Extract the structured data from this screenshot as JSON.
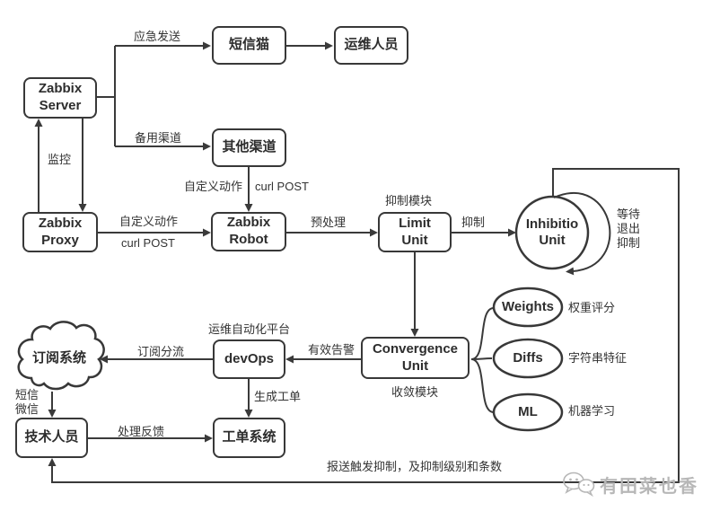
{
  "nodes": {
    "zabbix_server": "Zabbix\nServer",
    "sms_cat": "短信猫",
    "ops_staff": "运维人员",
    "other_channel": "其他渠道",
    "zabbix_proxy": "Zabbix\nProxy",
    "zabbix_robot": "Zabbix\nRobot",
    "limit_unit": "Limit\nUnit",
    "inhibitio_unit": "Inhibitio\nUnit",
    "convergence_unit": "Convergence\nUnit",
    "weights": "Weights",
    "diffs": "Diffs",
    "ml": "ML",
    "devops": "devOps",
    "subscribe_system": "订阅系统",
    "ticket_system": "工单系统",
    "tech_staff": "技术人员"
  },
  "edge_labels": {
    "emergency_send": "应急发送",
    "backup_channel": "备用渠道",
    "monitor": "监控",
    "custom_action_h": "自定义动作",
    "curl_post_h": "curl POST",
    "custom_action_v": "自定义动作",
    "curl_post_v": "curl POST",
    "preprocess": "预处理",
    "suppress_module": "抑制模块",
    "suppress": "抑制",
    "wait_exit": "等待\n退出\n抑制",
    "valid_alert": "有效告警",
    "converge_module": "收敛模块",
    "weight_score": "权重评分",
    "string_feature": "字符串特征",
    "machine_learning": "机器学习",
    "ops_platform": "运维自动化平台",
    "subscribe_split": "订阅分流",
    "create_ticket": "生成工单",
    "sms_wechat": "短信\n微信",
    "handle_feedback": "处理反馈",
    "report_suppress": "报送触发抑制，及抑制级别和条数"
  },
  "watermark": {
    "text": "有田菜也香"
  },
  "colors": {
    "line": "#3a3a3a",
    "text": "#333333",
    "node_border": "#383838",
    "watermark": "#b7b7b7",
    "background": "#ffffff"
  }
}
